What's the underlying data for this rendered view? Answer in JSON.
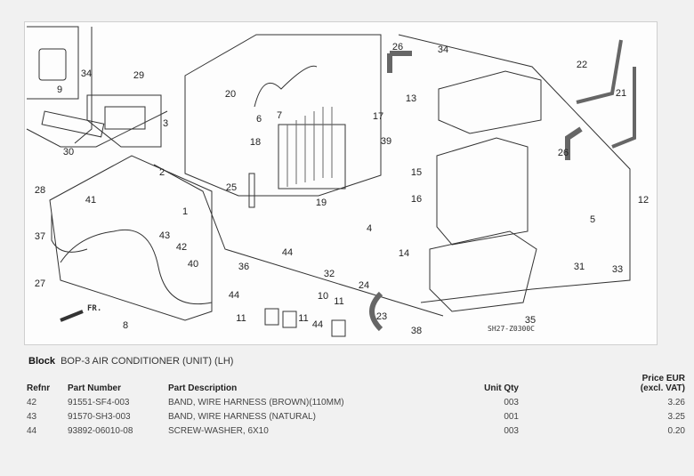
{
  "diagram": {
    "reference_code": "SH27-Z0300C",
    "front_label": "FR.",
    "callouts": [
      "9",
      "34",
      "29",
      "3",
      "30",
      "28",
      "2",
      "41",
      "1",
      "37",
      "43",
      "42",
      "40",
      "27",
      "8",
      "20",
      "6",
      "7",
      "17",
      "18",
      "25",
      "19",
      "26",
      "34",
      "13",
      "39",
      "15",
      "16",
      "4",
      "14",
      "22",
      "21",
      "26",
      "12",
      "5",
      "31",
      "33",
      "35",
      "38",
      "24",
      "23",
      "44",
      "36",
      "32",
      "44",
      "10",
      "11",
      "11",
      "44",
      "11"
    ]
  },
  "block": {
    "label": "Block",
    "value": "BOP-3 AIR CONDITIONER (UNIT) (LH)"
  },
  "table": {
    "headers": {
      "refnr": "Refnr",
      "part_number": "Part Number",
      "description": "Part Description",
      "qty": "Unit Qty",
      "price_line1": "Price EUR",
      "price_line2": "(excl. VAT)"
    },
    "rows": [
      {
        "refnr": "42",
        "part_number": "91551-SF4-003",
        "description": "BAND, WIRE HARNESS (BROWN)(110MM)",
        "qty": "003",
        "price": "3.26"
      },
      {
        "refnr": "43",
        "part_number": "91570-SH3-003",
        "description": "BAND, WIRE HARNESS (NATURAL)",
        "qty": "001",
        "price": "3.25"
      },
      {
        "refnr": "44",
        "part_number": "93892-06010-08",
        "description": "SCREW-WASHER, 6X10",
        "qty": "003",
        "price": "0.20"
      }
    ]
  }
}
